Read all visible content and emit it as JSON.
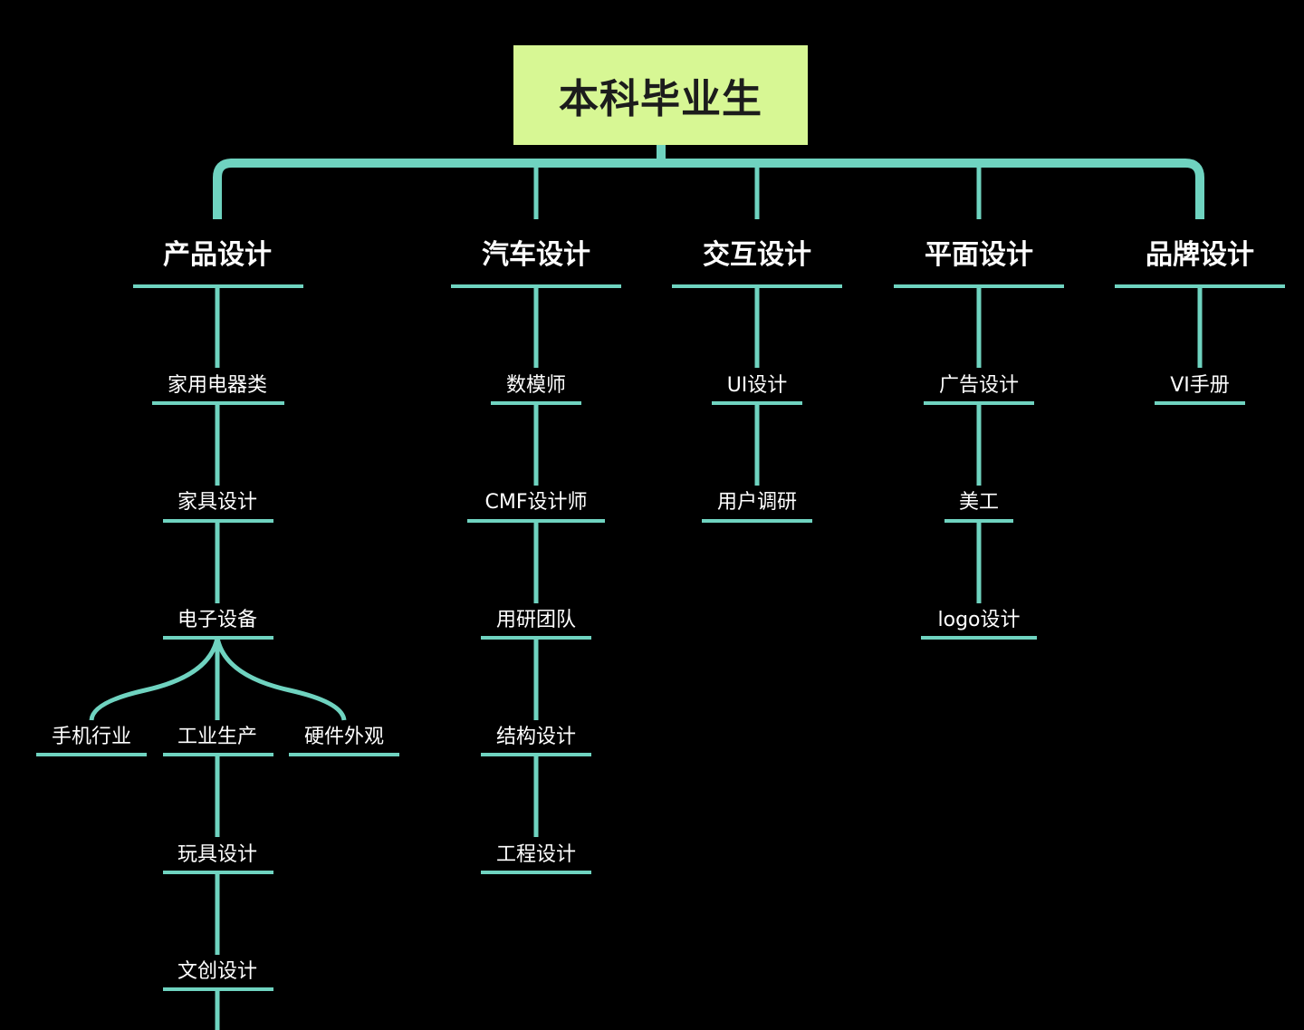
{
  "root": {
    "label": "本科毕业生"
  },
  "colors": {
    "line": "#6fd3c0",
    "root_bg": "#d7f794",
    "background": "#000000",
    "text": "#ffffff"
  },
  "branches": [
    {
      "label": "产品设计",
      "children": [
        {
          "label": "家用电器类"
        },
        {
          "label": "家具设计"
        },
        {
          "label": "电子设备"
        },
        {
          "label": "手机行业"
        },
        {
          "label": "工业生产"
        },
        {
          "label": "硬件外观"
        },
        {
          "label": "玩具设计"
        },
        {
          "label": "文创设计"
        }
      ]
    },
    {
      "label": "汽车设计",
      "children": [
        {
          "label": "数模师"
        },
        {
          "label": "CMF设计师"
        },
        {
          "label": "用研团队"
        },
        {
          "label": "结构设计"
        },
        {
          "label": "工程设计"
        }
      ]
    },
    {
      "label": "交互设计",
      "children": [
        {
          "label": "UI设计"
        },
        {
          "label": "用户调研"
        }
      ]
    },
    {
      "label": "平面设计",
      "children": [
        {
          "label": "广告设计"
        },
        {
          "label": "美工"
        },
        {
          "label": "logo设计"
        }
      ]
    },
    {
      "label": "品牌设计",
      "children": [
        {
          "label": "VI手册"
        }
      ]
    }
  ]
}
